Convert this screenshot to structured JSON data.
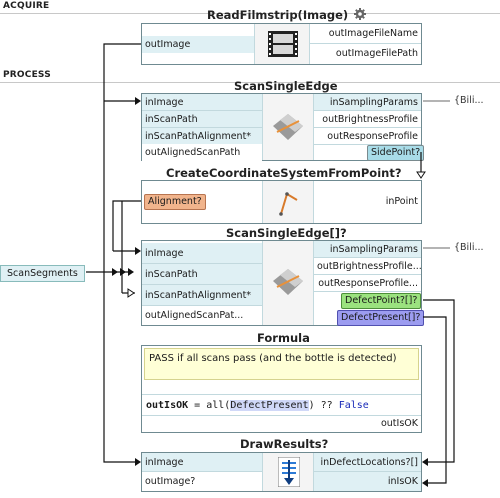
{
  "sections": {
    "acquire": "ACQUIRE",
    "process": "PROCESS"
  },
  "read_filmstrip": {
    "title": "ReadFilmstrip(Image)",
    "inputs": [
      "outImage"
    ],
    "outputs": [
      "outImageFileName",
      "outImageFilePath"
    ],
    "icon": "filmstrip-icon",
    "settings_icon": "gear-icon"
  },
  "scan_single_edge": {
    "title": "ScanSingleEdge",
    "inputs": [
      "inImage",
      "inScanPath",
      "inScanPathAlignment*",
      "outAlignedScanPath"
    ],
    "outputs": [
      "inSamplingParams",
      "outBrightnessProfile",
      "outResponseProfile"
    ],
    "output_badge": "SidePoint?",
    "external_value": "{Bili..."
  },
  "create_cs": {
    "title": "CreateCoordinateSystemFromPoint?",
    "input_badge": "Alignment?",
    "output": "inPoint"
  },
  "scan_single_edge_arr": {
    "title": "ScanSingleEdge[]?",
    "inputs": [
      "inImage",
      "inScanPath",
      "inScanPathAlignment*",
      "outAlignedScanPat..."
    ],
    "outputs": [
      "inSamplingParams",
      "outBrightnessProfile...",
      "outResponseProfile..."
    ],
    "badge_defect_point": "DefectPoint?[]?",
    "badge_defect_present": "DefectPresent[]?",
    "external_value": "{Bili..."
  },
  "scan_segments": "ScanSegments",
  "formula": {
    "title": "Formula",
    "note": "PASS if all scans pass (and the bottle is detected)",
    "code_out": "outIsOK",
    "code_eq": " = all(",
    "code_var": "DefectPresent",
    "code_mid": ") ?? ",
    "code_kw": "False",
    "output": "outIsOK"
  },
  "draw_results": {
    "title": "DrawResults?",
    "inputs": [
      "inImage",
      "outImage?"
    ],
    "outputs": [
      "inDefectLocations?[]",
      "inIsOK"
    ]
  },
  "colors": {
    "port_bg": "#dff0f4",
    "badge_teal": "#a8dce8",
    "badge_green": "#9be27f",
    "badge_blue": "#9c9cf0",
    "badge_orange": "#f1b48c"
  }
}
